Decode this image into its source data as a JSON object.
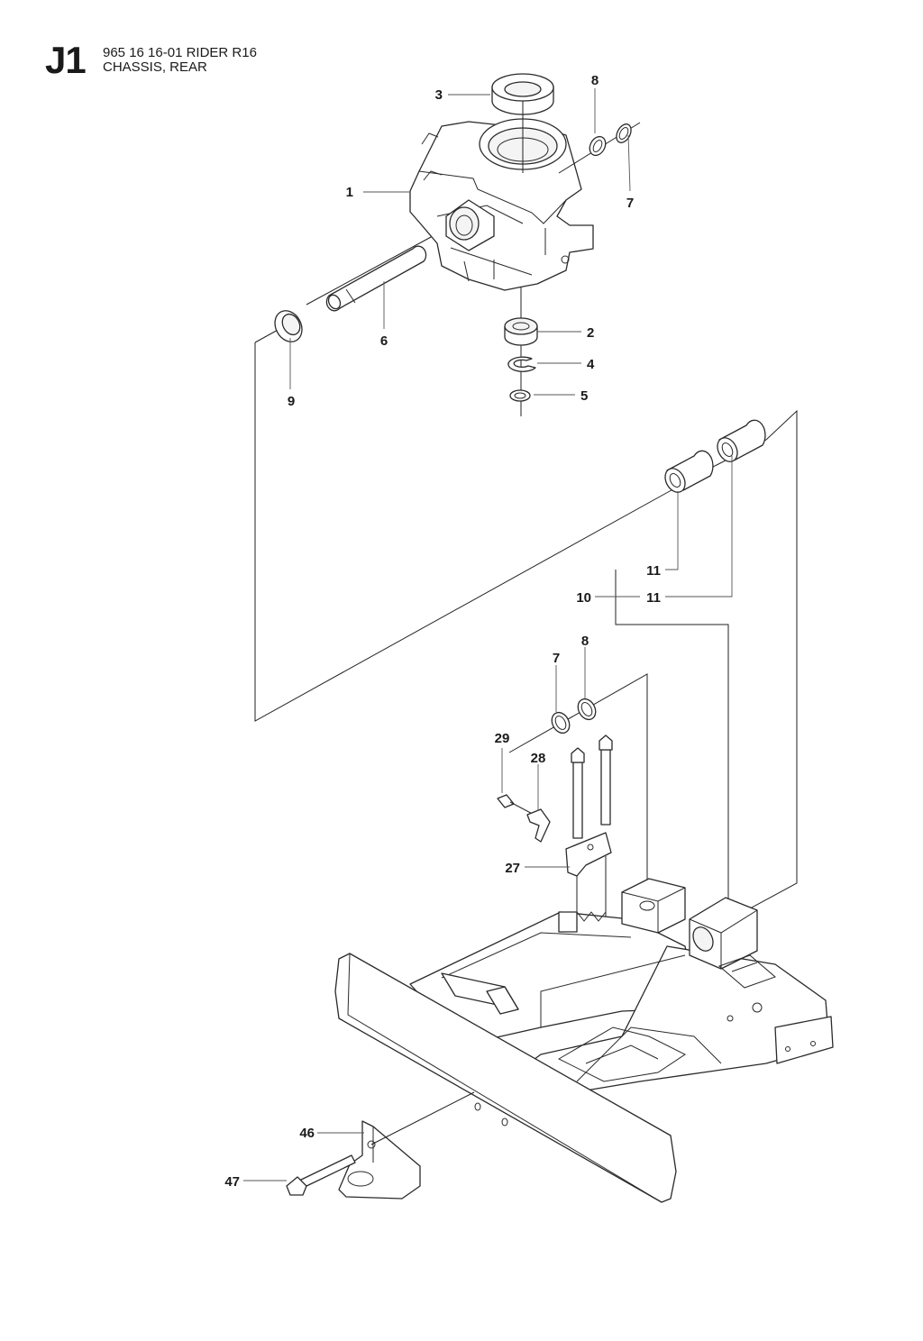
{
  "header": {
    "section_code": "J1",
    "model_line": "965 16 16-01 RIDER R16",
    "section_title": "CHASSIS, REAR"
  },
  "callouts": {
    "c1": "1",
    "c2": "2",
    "c3": "3",
    "c4": "4",
    "c5": "5",
    "c6": "6",
    "c7a": "7",
    "c7b": "7",
    "c8a": "8",
    "c8b": "8",
    "c9": "9",
    "c10": "10",
    "c11a": "11",
    "c11b": "11",
    "c27": "27",
    "c28": "28",
    "c29": "29",
    "c46": "46",
    "c47": "47"
  },
  "colors": {
    "ink": "#1a1a1a",
    "paper": "#ffffff"
  }
}
